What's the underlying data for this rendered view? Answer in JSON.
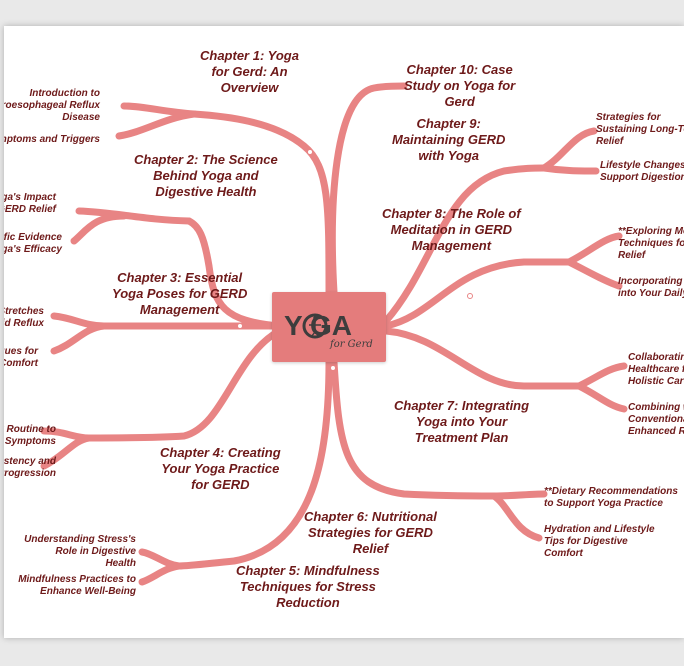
{
  "colors": {
    "branch": "#e88484",
    "center_fill": "#e47c7c",
    "text": "#6e1a1a",
    "logo_text": "#3d3d3d"
  },
  "center": {
    "logo_text": "Y  GA",
    "logo_script": "for Gerd"
  },
  "chapters": {
    "c1": "Chapter 1: Yoga\nfor Gerd: An\nOverview",
    "c2": "Chapter 2: The Science\nBehind Yoga and\nDigestive Health",
    "c3": "Chapter 3: Essential\nYoga Poses for GERD\nManagement",
    "c4": "Chapter 4: Creating\nYour Yoga Practice\nfor GERD",
    "c5": "Chapter 5: Mindfulness\nTechniques for Stress\nReduction",
    "c6": "Chapter 6: Nutritional\nStrategies for GERD\nRelief",
    "c7": "Chapter 7: Integrating\nYoga into Your\nTreatment Plan",
    "c8": "Chapter 8: The Role of\nMeditation in GERD\nManagement",
    "c9": "Chapter 9:\nMaintaining GERD\nwith Yoga",
    "c10": "Chapter 10: Case\nStudy on Yoga for\nGerd"
  },
  "subtopics": {
    "s1a": "Introduction to\nGastroesophageal Reflux\nDisease",
    "s1b": "Symptoms and Triggers",
    "s2a": "Yoga's Impact\non GERD Relief",
    "s2b": "Scientific Evidence\nof Yoga's Efficacy",
    "s3a": "Stretches\nfor Acid Reflux",
    "s3b": "Techniques for\nComfort",
    "s4a": "Daily Routine to\nManage Symptoms",
    "s4b": "Consistency and\nProgression",
    "s5a": "Understanding Stress's\nRole in Digestive\nHealth",
    "s5b": "Mindfulness Practices to\nEnhance Well-Being",
    "s6a": "**Dietary Recommendations\nto Support Yoga Practice",
    "s6b": "Hydration and Lifestyle\nTips for Digestive\nComfort",
    "s7a": "Collaborating with\nHealthcare for\nHolistic Care",
    "s7b": "Combining with\nConventional for\nEnhanced Relief",
    "s8a": "**Exploring Meditation\nTechniques for\nRelief",
    "s8b": "Incorporating Meditation\ninto Your Daily Life",
    "s9a": "Strategies for\nSustaining Long-Term\nRelief",
    "s9b": "Lifestyle Changes to\nSupport Digestion"
  }
}
